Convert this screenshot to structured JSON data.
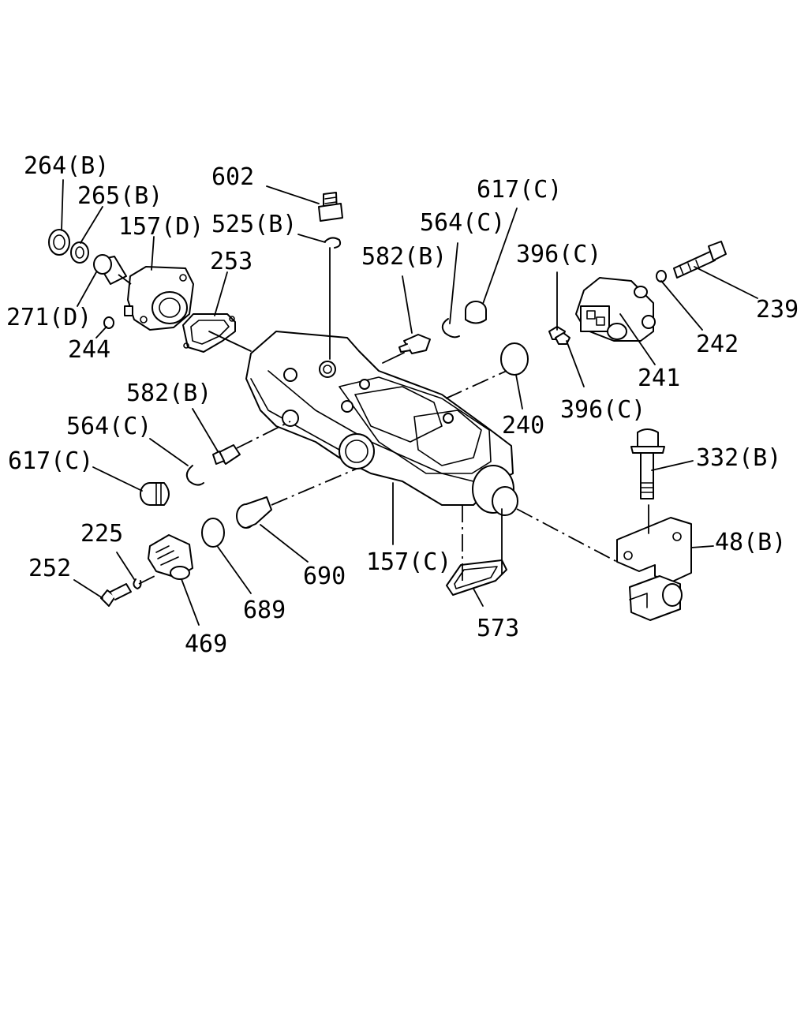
{
  "diagram": {
    "callouts": [
      "264(B)",
      "265(B)",
      "157(D)",
      "271(D)",
      "244",
      "253",
      "602",
      "525(B)",
      "582(B)",
      "564(C)",
      "617(C)",
      "396(C)",
      "239",
      "242",
      "241",
      "396(C)",
      "240",
      "582(B)",
      "564(C)",
      "617(C)",
      "332(B)",
      "48(B)",
      "157(C)",
      "690",
      "689",
      "225",
      "252",
      "469",
      "573"
    ]
  }
}
